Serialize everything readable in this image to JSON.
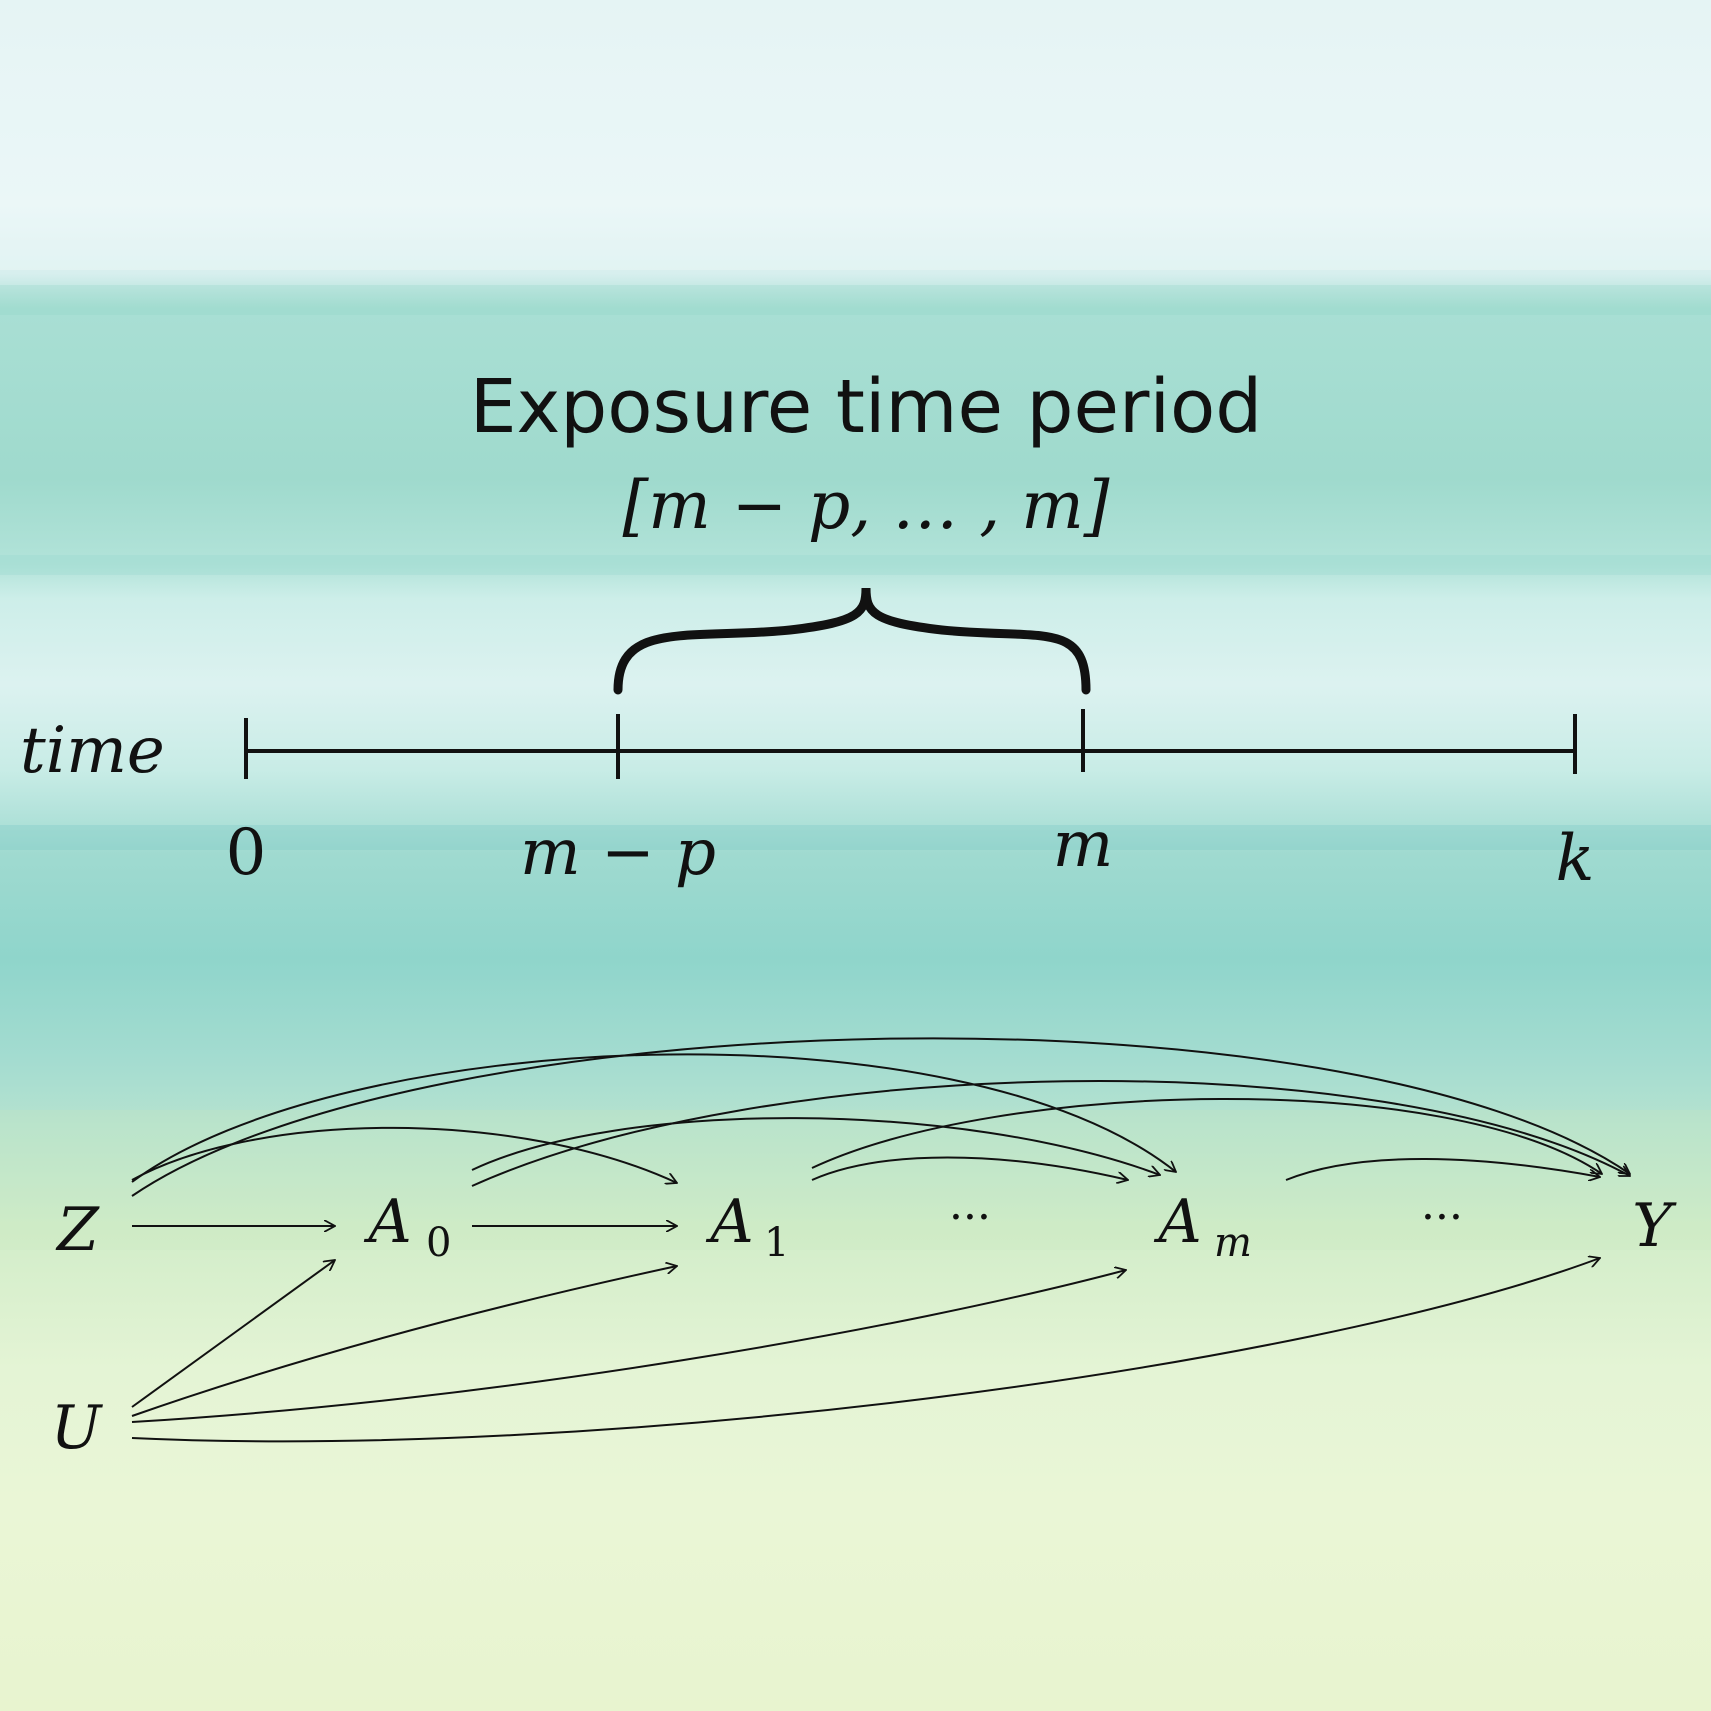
{
  "header": {
    "title": "Exposure time period",
    "interval": "[m − p, … , m]"
  },
  "timeline": {
    "axis_label": "time",
    "ticks": [
      "0",
      "m − p",
      "m",
      "k"
    ]
  },
  "dag": {
    "nodes": [
      {
        "id": "Z",
        "label": "Z",
        "sub": ""
      },
      {
        "id": "A0",
        "label": "A",
        "sub": "0"
      },
      {
        "id": "A1",
        "label": "A",
        "sub": "1"
      },
      {
        "id": "dots1",
        "label": "···",
        "sub": ""
      },
      {
        "id": "Am",
        "label": "A",
        "sub": "m"
      },
      {
        "id": "dots2",
        "label": "···",
        "sub": ""
      },
      {
        "id": "Y",
        "label": "Y",
        "sub": ""
      },
      {
        "id": "U",
        "label": "U",
        "sub": ""
      }
    ],
    "edges": [
      [
        "Z",
        "A0"
      ],
      [
        "A0",
        "A1"
      ],
      [
        "Z",
        "A1"
      ],
      [
        "Z",
        "Am"
      ],
      [
        "Z",
        "Y"
      ],
      [
        "A0",
        "Am"
      ],
      [
        "A0",
        "Y"
      ],
      [
        "A1",
        "Am"
      ],
      [
        "A1",
        "Y"
      ],
      [
        "dots2",
        "Y"
      ],
      [
        "U",
        "A0"
      ],
      [
        "U",
        "A1"
      ],
      [
        "U",
        "Am"
      ],
      [
        "U",
        "Y"
      ]
    ]
  },
  "colors": {
    "ink": "#111111",
    "water_teal": "#9fdacd",
    "water_pale": "#e8f4cf"
  }
}
